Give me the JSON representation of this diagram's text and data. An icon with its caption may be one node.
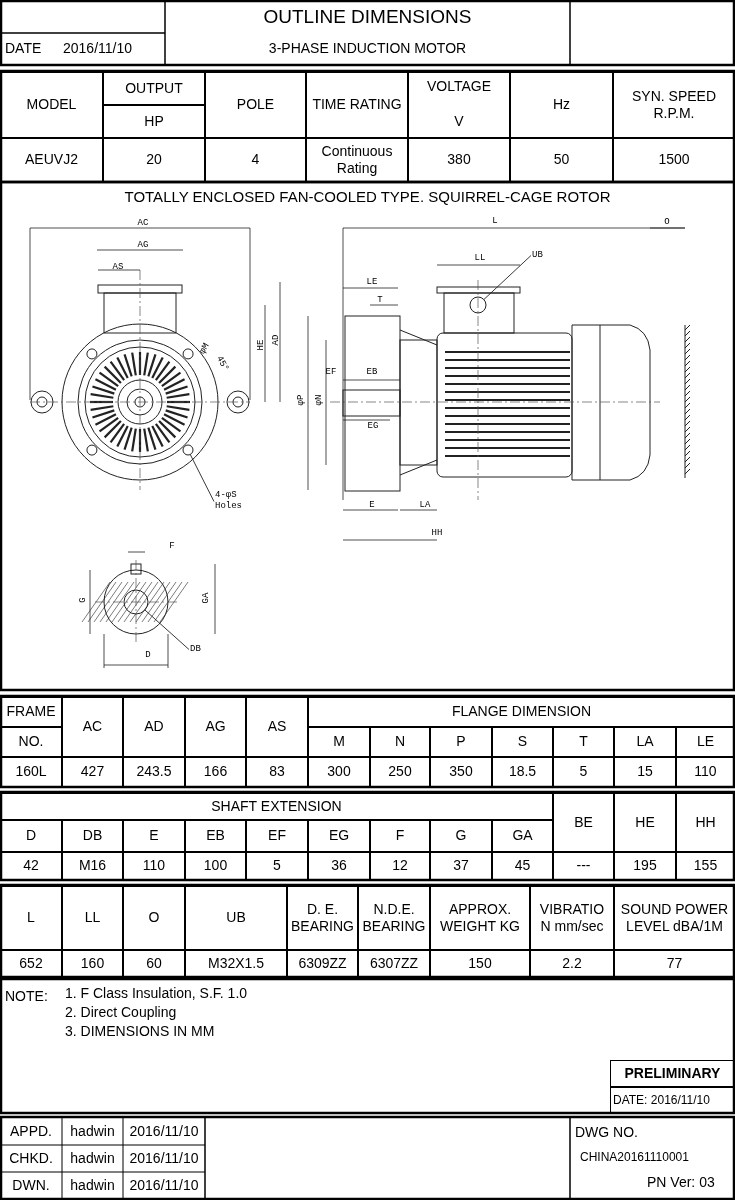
{
  "diagram": {
    "title": "OUTLINE DIMENSIONS",
    "nodes": [
      {
        "text": [
          "4-φS",
          "Holes"
        ]
      },
      {
        "text": [
          "UB"
        ]
      },
      {
        "text": [
          "DB"
        ]
      },
      {
        "text": [],
        "shape": "circle"
      },
      {
        "text": [],
        "shape": "circle"
      },
      {
        "text": [],
        "shape": "circle"
      }
    ],
    "edges": [
      {
        "from": 0,
        "to": 3,
        "arrow": "none"
      },
      {
        "from": 1,
        "to": 4,
        "arrow": "none"
      },
      {
        "from": 2,
        "to": 5,
        "arrow": "none"
      }
    ],
    "labels": [
      "DATE",
      "2016/11/10",
      "3-PHASE INDUCTION MOTOR",
      "MODEL",
      "OUTPUT",
      "POLE",
      "TIME RATING",
      "VOLTAGE",
      "Hz",
      "SYN. SPEED R.P.M.",
      "HP",
      "V",
      "AEUVJ2",
      "20",
      "4",
      "Continuous Rating",
      "380",
      "50",
      "1500",
      "TOTALLY ENCLOSED FAN-COOLED TYPE. SQUIRREL-CAGE ROTOR",
      "AC",
      "AG",
      "AS",
      "HE",
      "AD",
      "φM",
      "45°",
      "L",
      "O",
      "LL",
      "LE",
      "T",
      "φP",
      "φN",
      "EF",
      "EB",
      "EG",
      "E",
      "LA",
      "HH",
      "F",
      "G",
      "GA",
      "D",
      "FRAME",
      "AC",
      "AD",
      "AG",
      "AS",
      "FLANGE DIMENSION",
      "NO.",
      "M",
      "N",
      "P",
      "S",
      "T",
      "LA",
      "LE",
      "160L",
      "427",
      "243.5",
      "166",
      "83",
      "300",
      "250",
      "350",
      "18.5",
      "5",
      "15",
      "110",
      "SHAFT EXTENSION",
      "BE",
      "HE",
      "HH",
      "D",
      "DB",
      "E",
      "EB",
      "EF",
      "EG",
      "F",
      "G",
      "GA",
      "42",
      "M16",
      "110",
      "100",
      "5",
      "36",
      "12",
      "37",
      "45",
      "---",
      "195",
      "155",
      "L",
      "LL",
      "O",
      "UB",
      "D. E. BEARING",
      "N.D.E. BEARING",
      "APPROX. WEIGHT KG",
      "VIBRATIO N mm/sec",
      "SOUND POWER LEVEL dBA/1M",
      "652",
      "160",
      "60",
      "M32X1.5",
      "6309ZZ",
      "6307ZZ",
      "150",
      "2.2",
      "77",
      "NOTE:",
      "1. F Class Insulation, S.F. 1.0",
      "2. Direct Coupling",
      "3. DIMENSIONS IN MM",
      "PRELIMINARY",
      "DATE: 2016/11/10",
      "APPD.",
      "hadwin",
      "2016/11/10",
      "CHKD.",
      "hadwin",
      "2016/11/10",
      "DWN.",
      "hadwin",
      "2016/11/10",
      "DWG NO.",
      "CHINA20161110001",
      "PN Ver: 03"
    ]
  }
}
